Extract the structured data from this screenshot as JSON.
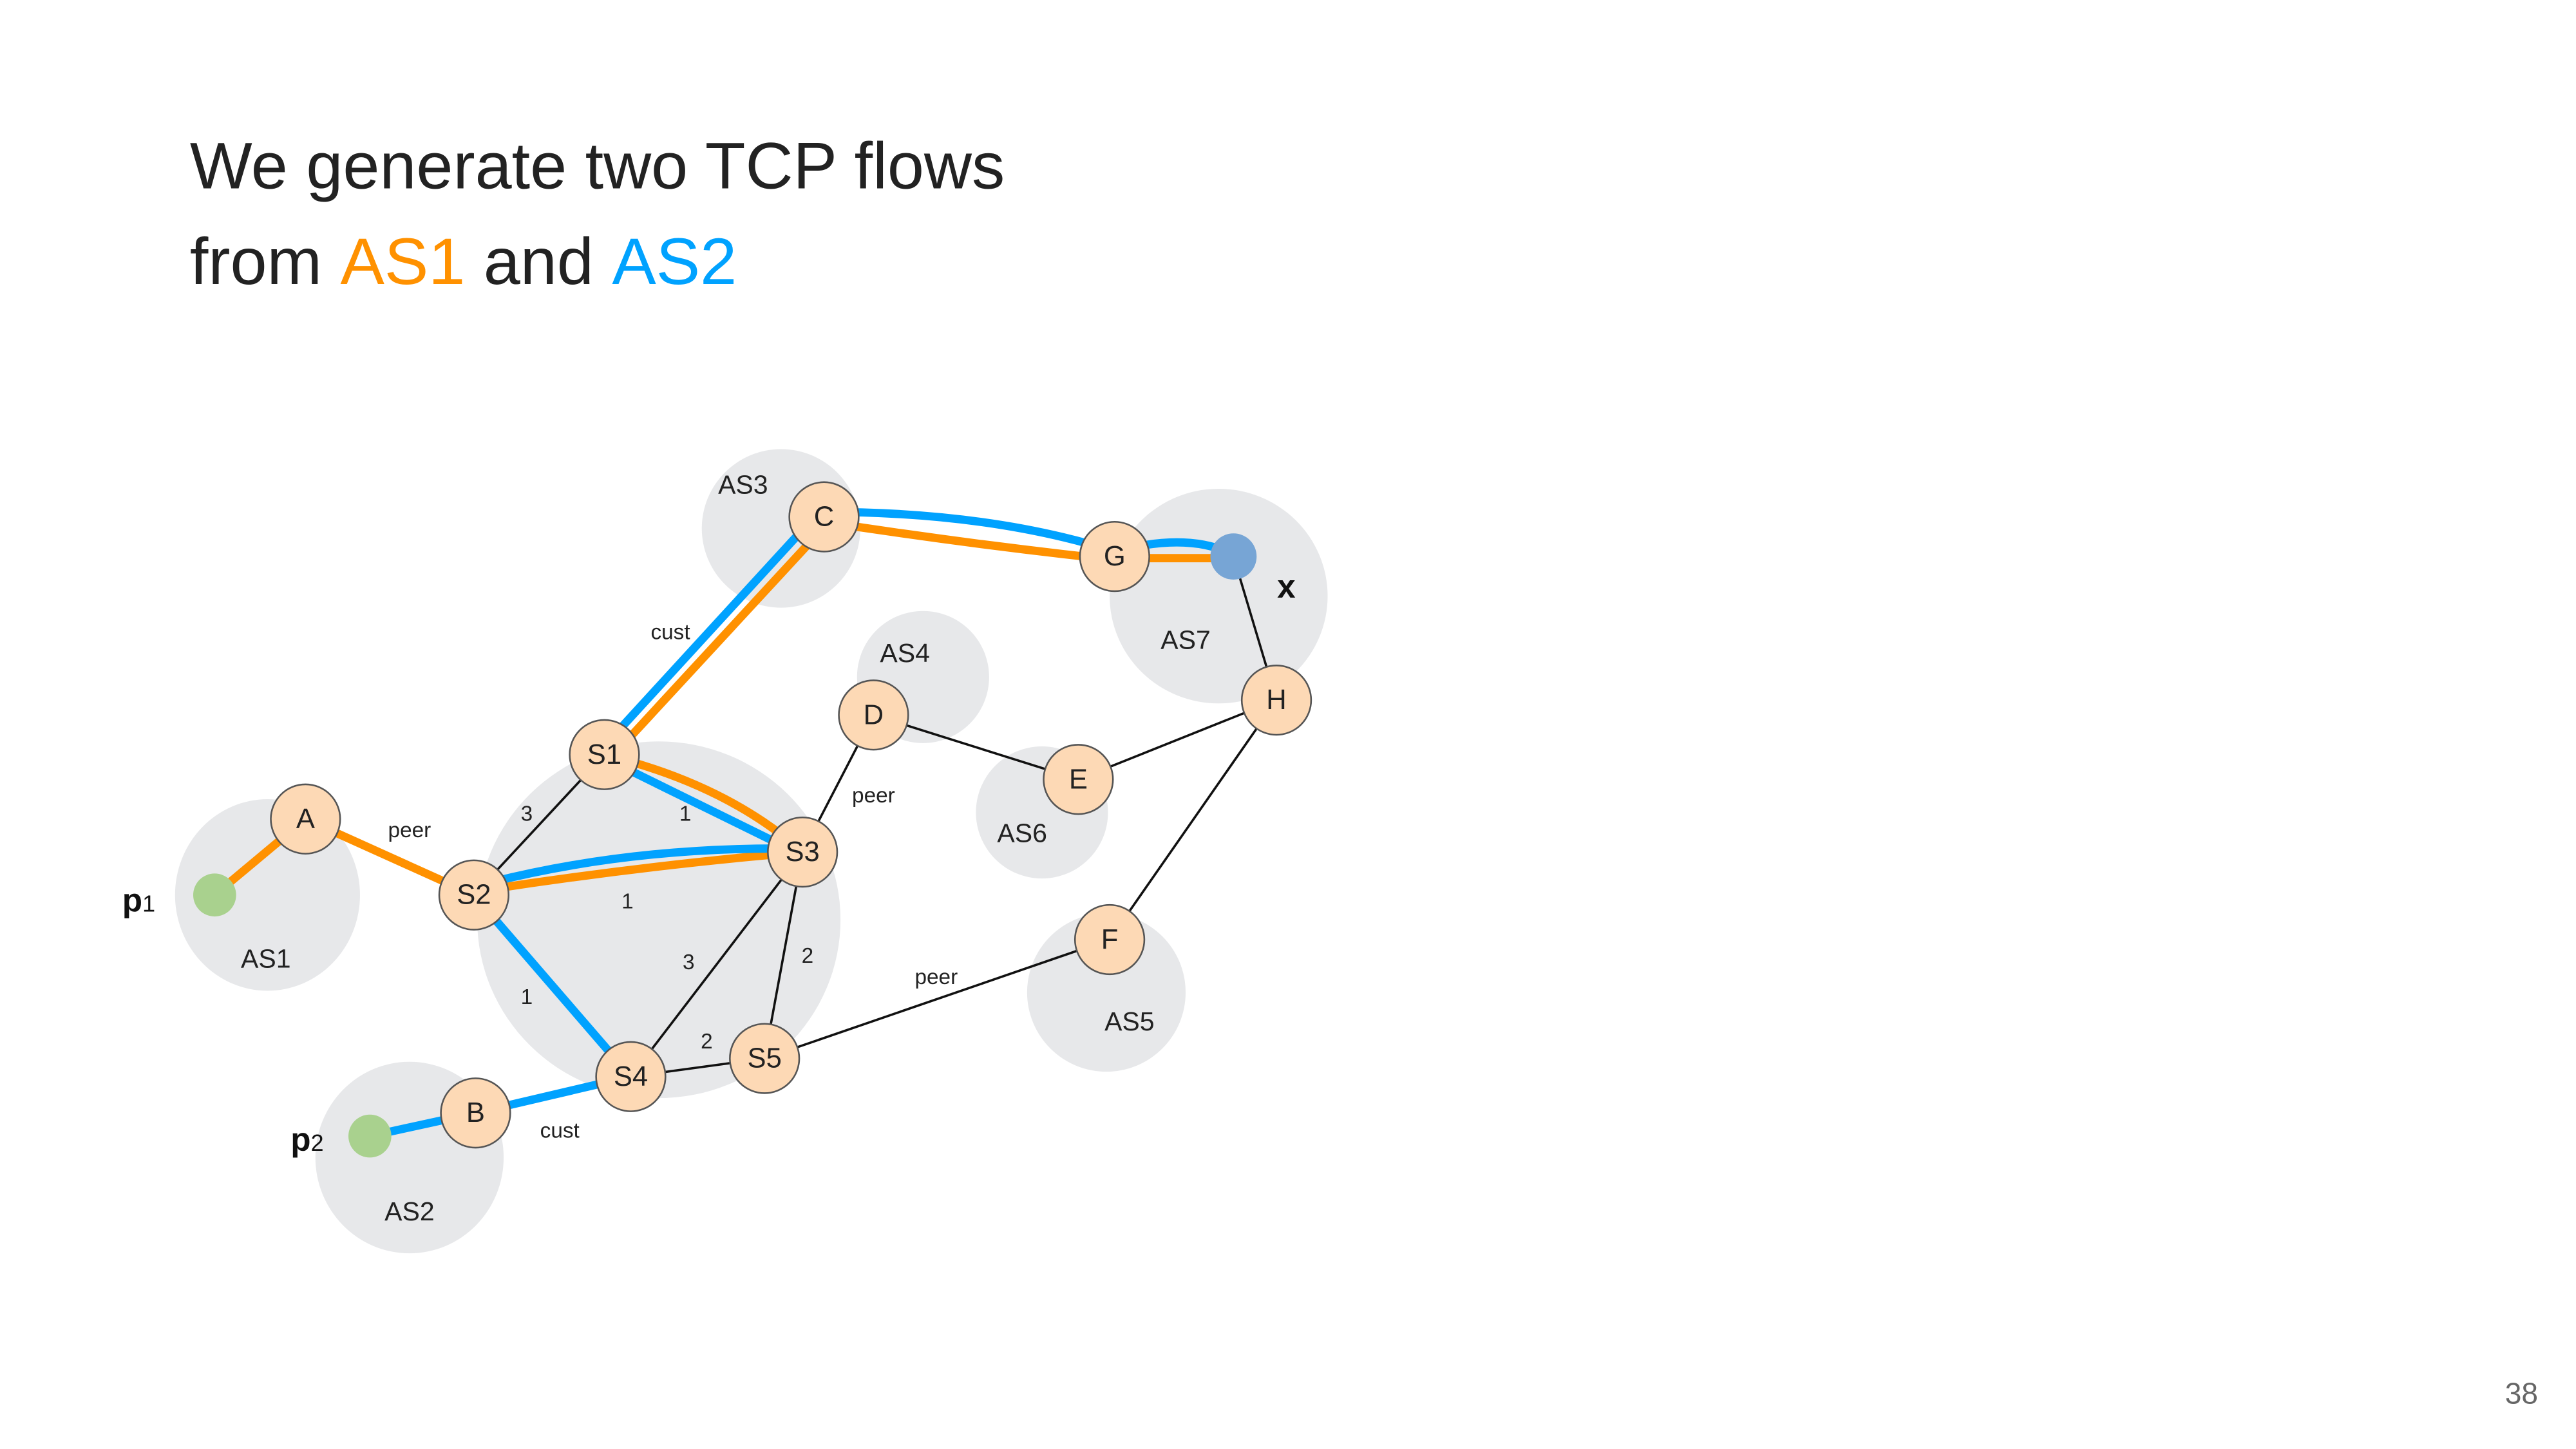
{
  "title": {
    "line1": "We generate two TCP flows",
    "line2_prefix": "from ",
    "as1": "AS1",
    "and": " and ",
    "as2": "AS2"
  },
  "colors": {
    "flow_as1": "#ff9100",
    "flow_as2": "#00a2ff",
    "node": "#fdd9b5",
    "as_bubble": "#e7e8ea"
  },
  "as_labels": {
    "as1": "AS1",
    "as2": "AS2",
    "as3": "AS3",
    "as4": "AS4",
    "as5": "AS5",
    "as6": "AS6",
    "as7": "AS7"
  },
  "nodes": {
    "A": "A",
    "B": "B",
    "C": "C",
    "D": "D",
    "E": "E",
    "F": "F",
    "G": "G",
    "H": "H",
    "S1": "S1",
    "S2": "S2",
    "S3": "S3",
    "S4": "S4",
    "S5": "S5"
  },
  "prefixes": {
    "p1": "p",
    "p1_sub": "1",
    "p2": "p",
    "p2_sub": "2",
    "x": "x"
  },
  "edge_labels": {
    "a_s2": "peer",
    "s1_c": "cust",
    "d_s3": "peer",
    "s5_f": "peer",
    "b_s4": "cust",
    "s1_s2": "3",
    "s1_s3": "1",
    "s2_s3": "1",
    "s3_s4": "3",
    "s3_s5": "2",
    "s2_s4": "1",
    "s4_s5": "2"
  },
  "page_number": "38"
}
